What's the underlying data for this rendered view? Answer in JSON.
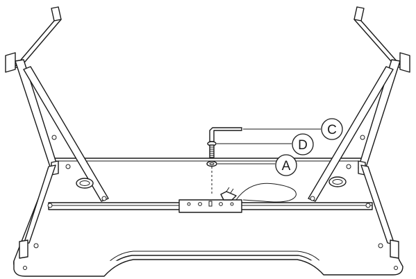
{
  "callouts": {
    "c": "C",
    "d": "D",
    "a": "A"
  },
  "colors": {
    "line": "#1a1a1a",
    "background": "#ffffff"
  }
}
